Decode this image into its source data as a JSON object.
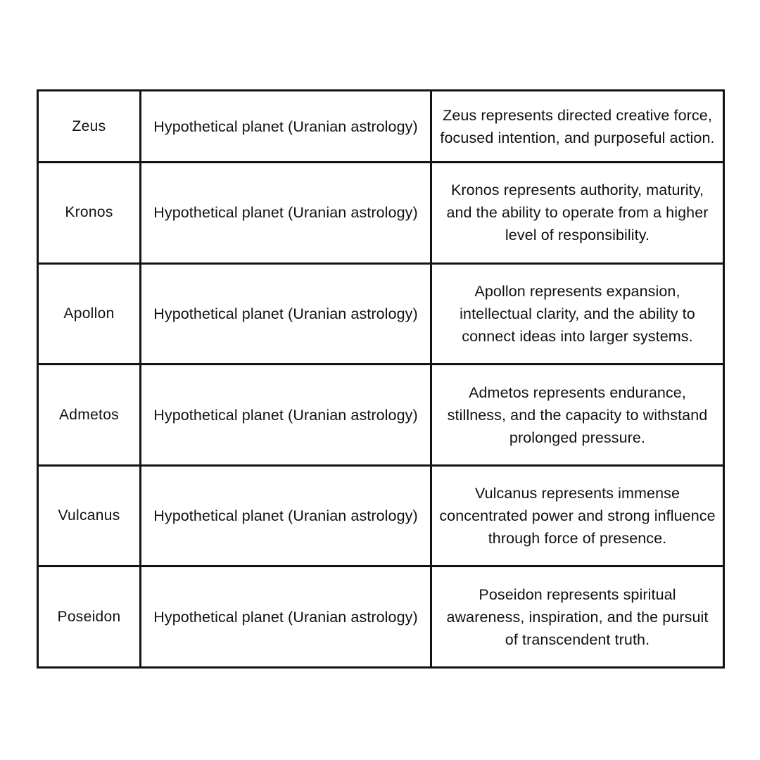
{
  "page": {
    "background_color": "#ffffff",
    "text_color": "#111111",
    "border_color": "#131313"
  },
  "table": {
    "caption": "",
    "columns": [
      {
        "key": "name",
        "header": ""
      },
      {
        "key": "type",
        "header": ""
      },
      {
        "key": "meaning",
        "header": ""
      }
    ],
    "rows": [
      {
        "name": "Zeus",
        "type": "Hypothetical planet (Uranian astrology)",
        "meaning": "Zeus represents directed creative force, focused intention, and purposeful action."
      },
      {
        "name": "Kronos",
        "type": "Hypothetical planet (Uranian astrology)",
        "meaning": "Kronos represents authority, maturity, and the ability to operate from a higher level of responsibility."
      },
      {
        "name": "Apollon",
        "type": "Hypothetical planet (Uranian astrology)",
        "meaning": "Apollon represents expansion, intellectual clarity, and the ability to connect ideas into larger systems."
      },
      {
        "name": "Admetos",
        "type": "Hypothetical planet (Uranian astrology)",
        "meaning": "Admetos represents endurance, stillness, and the capacity to withstand prolonged pressure."
      },
      {
        "name": "Vulcanus",
        "type": "Hypothetical planet (Uranian astrology)",
        "meaning": "Vulcanus represents immense concentrated power and strong influence through force of presence."
      },
      {
        "name": "Poseidon",
        "type": "Hypothetical planet (Uranian astrology)",
        "meaning": "Poseidon represents spiritual awareness, inspiration, and the pursuit of transcendent truth."
      }
    ]
  }
}
